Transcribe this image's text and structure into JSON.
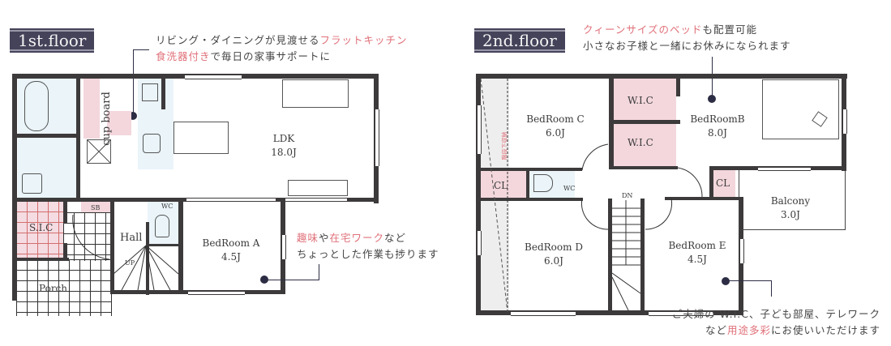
{
  "floor1": {
    "label": "1st.floor",
    "note": {
      "line1_plain": "リビング・ダイニングが見渡せる",
      "line1_highlight": "フラットキッチン",
      "line2_highlight": "食洗器付き",
      "line2_plain": "で毎日の家事サポートに"
    },
    "rooms": {
      "cupboard": "cup board",
      "ldk_name": "LDK",
      "ldk_size": "18.0J",
      "sb": "SB",
      "wc": "WC",
      "sic": "S.I.C",
      "hall": "Hall",
      "up": "UP",
      "porch": "Porch",
      "bedroom_a_name": "BedRoom A",
      "bedroom_a_size": "4.5J"
    },
    "note2": {
      "line1_h1": "趣味",
      "line1_p1": "や",
      "line1_h2": "在宅ワーク",
      "line1_p2": "など",
      "line2": "ちょっとした作業も捗ります"
    }
  },
  "floor2": {
    "label": "2nd.floor",
    "note": {
      "line1_highlight": "クィーンサイズのベッド",
      "line1_plain": "も配置可能",
      "line2": "小さなお子様と一緒にお休みになられます"
    },
    "rooms": {
      "bedroom_c_name": "BedRoom C",
      "bedroom_c_size": "6.0J",
      "stair_storage": "階段下収納",
      "wic1": "W.I.C",
      "wic2": "W.I.C",
      "bedroom_b_name": "BedRoomB",
      "bedroom_b_size": "8.0J",
      "cl_left": "CL",
      "wc": "WC",
      "dn": "DN",
      "cl_right": "CL",
      "balcony_name": "Balcony",
      "balcony_size": "3.0J",
      "bedroom_d_name": "BedRoom D",
      "bedroom_d_size": "6.0J",
      "bedroom_e_name": "BedRoom E",
      "bedroom_e_size": "4.5J"
    },
    "note2": {
      "line1": "ご夫婦の W.I.C、子ども部屋、テレワーク",
      "line2_p1": "など",
      "line2_highlight": "用途多彩",
      "line2_p2": "にお使いいただけます"
    }
  },
  "colors": {
    "label_bg": "#45435a",
    "highlight": "#e07079",
    "wall": "#3d3a3b",
    "pink_room": "#f3d7dd",
    "wet_area": "#eaf4f9",
    "leader": "#2c2d44"
  }
}
